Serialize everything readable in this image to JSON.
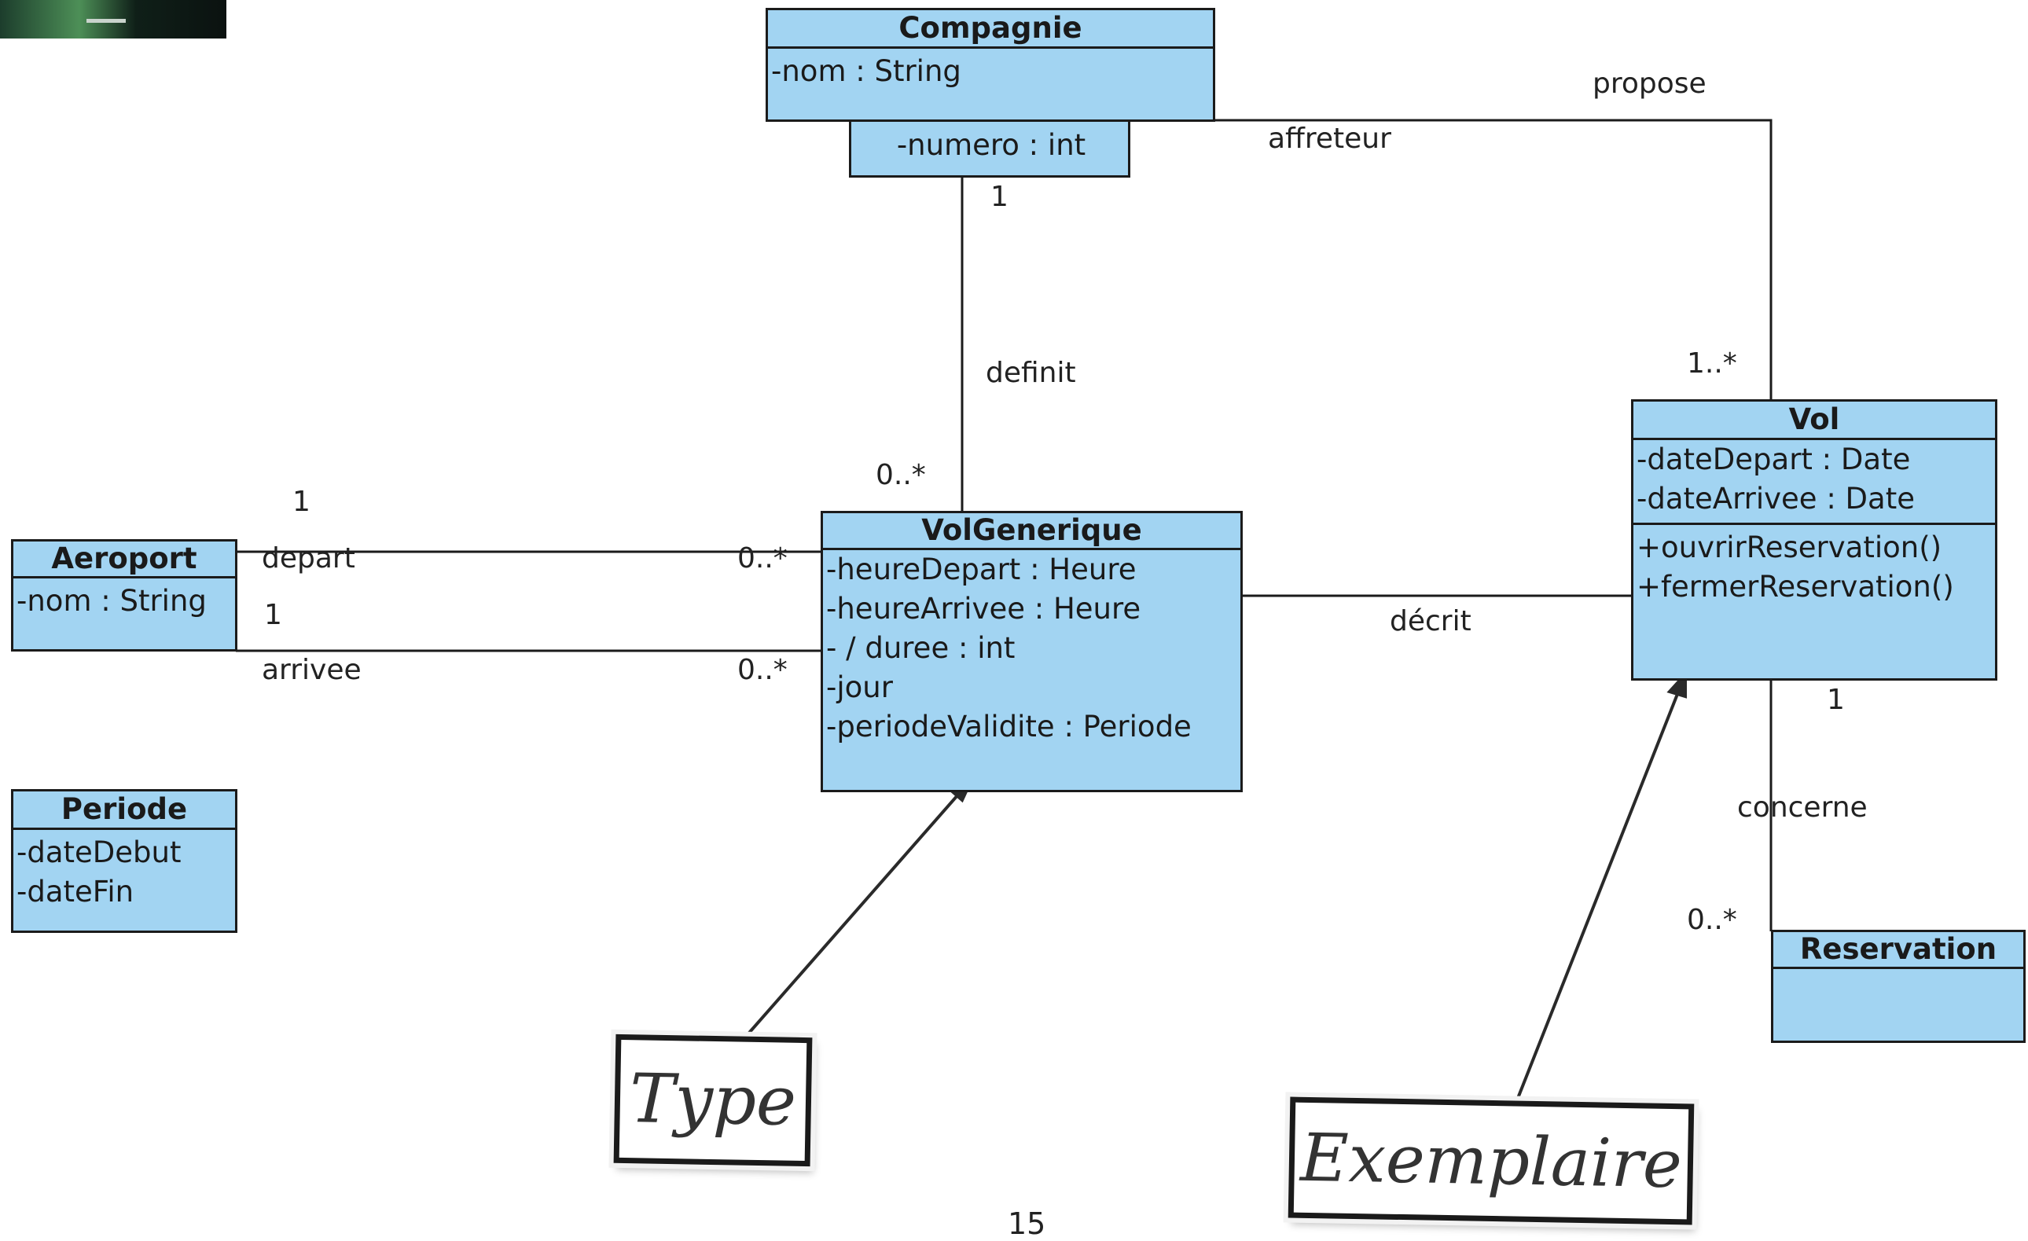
{
  "classes": {
    "compagnie": {
      "name": "Compagnie",
      "attributes": [
        "-nom : String"
      ]
    },
    "compagnie_qualifier": {
      "attribute": "-numero : int"
    },
    "aeroport": {
      "name": "Aeroport",
      "attributes": [
        "-nom : String"
      ]
    },
    "periode": {
      "name": "Periode",
      "attributes": [
        "-dateDebut",
        "-dateFin"
      ]
    },
    "volgenerique": {
      "name": "VolGenerique",
      "attributes": [
        "-heureDepart : Heure",
        "-heureArrivee : Heure",
        "- / duree : int",
        "-jour",
        "-periodeValidite : Periode"
      ]
    },
    "vol": {
      "name": "Vol",
      "attributes": [
        "-dateDepart : Date",
        "-dateArrivee : Date"
      ],
      "operations": [
        "+ouvrirReservation()",
        "+fermerReservation()"
      ]
    },
    "reservation": {
      "name": "Reservation"
    }
  },
  "associations": {
    "propose": "propose",
    "affreteur": "affreteur",
    "definit": "definit",
    "decrit": "décrit",
    "concerne": "concerne",
    "depart": "depart",
    "arrivee": "arrivee"
  },
  "multiplicities": {
    "compagnie_definit": "1",
    "volgenerique_definit": "0..*",
    "vol_propose": "1..*",
    "aeroport_depart": "1",
    "volgen_depart": "0..*",
    "aeroport_arrivee": "1",
    "volgen_arrivee": "0..*",
    "vol_concerne": "1",
    "reservation_concerne": "0..*"
  },
  "notes": {
    "type": "Type",
    "exemplaire": "Exemplaire"
  },
  "page_number": "15",
  "colors": {
    "class_fill": "#a2d4f2",
    "line": "#1b1b1b"
  }
}
